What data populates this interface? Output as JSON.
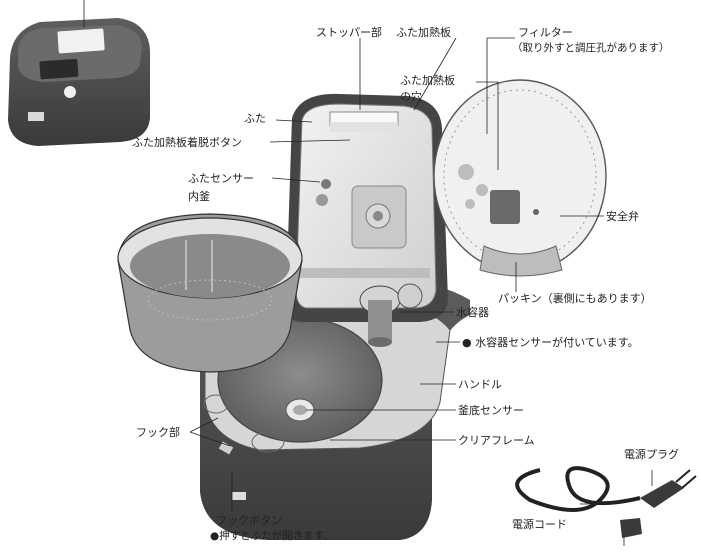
{
  "labels": {
    "stopper": "ストッパー部",
    "lid_heater": "ふた加熱板",
    "filter": "フィルター",
    "filter_note": "（取り外すと調圧孔があります）",
    "heater_hole_1": "ふた加熱板",
    "heater_hole_2": "の穴",
    "lid": "ふた",
    "heater_release_button": "ふた加熱板着脱ボタン",
    "lid_sensor": "ふたセンサー",
    "inner_pot": "内釜",
    "safety_valve": "安全弁",
    "packing": "パッキン（裏側にもあります）",
    "water_container": "水容器",
    "water_sensor_note": "● 水容器センサーが付いています。",
    "handle": "ハンドル",
    "bottom_sensor": "釜底センサー",
    "hook": "フック部",
    "clear_frame": "クリアフレーム",
    "hook_button": "フックボタン",
    "hook_button_note": "●押すとふたが開きます。",
    "power_plug": "電源プラグ",
    "power_cord": "電源コード"
  },
  "colors": {
    "body_dark": "#4a4a4a",
    "body_mid": "#6e6e6e",
    "panel_light": "#dcdcdc",
    "line": "#222222"
  }
}
